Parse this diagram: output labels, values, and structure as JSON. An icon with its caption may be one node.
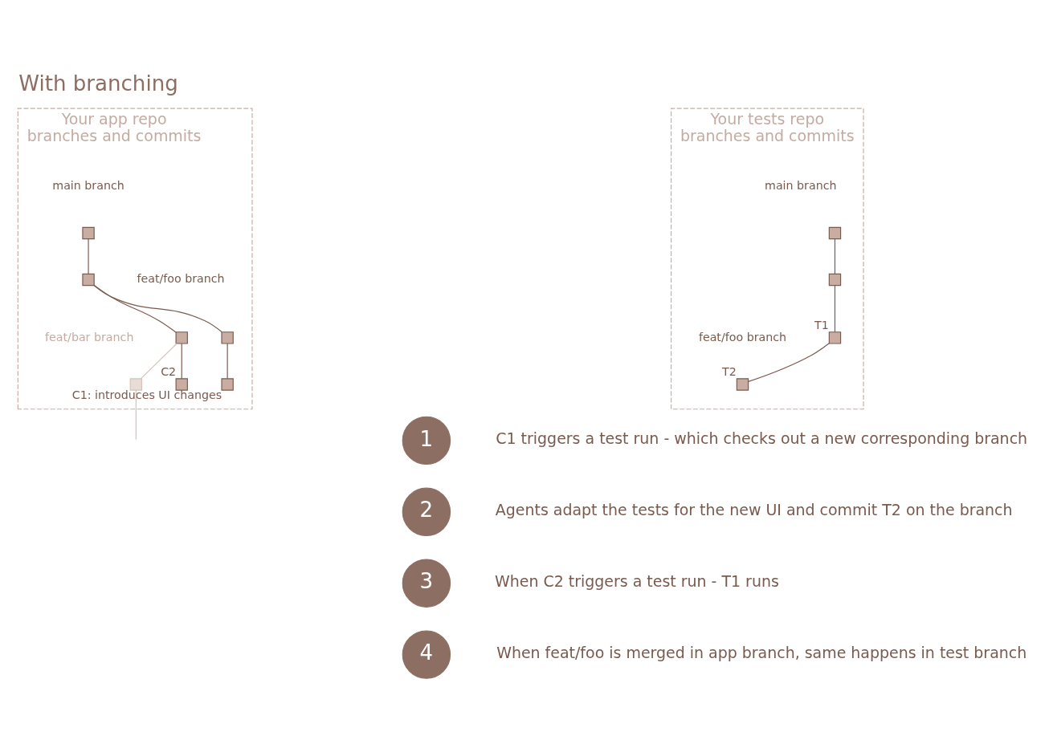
{
  "diagram": {
    "title": "With branching",
    "nodes": [
      {
        "text": [
          "Your app repo",
          "branches and commits"
        ]
      },
      {
        "text": [],
        "shape": "box",
        "in": 0
      },
      {
        "text": [],
        "shape": "box",
        "in": 0
      },
      {
        "text": [],
        "shape": "box",
        "in": 0
      },
      {
        "text": [],
        "shape": "box",
        "in": 0,
        "beside": [
          "C2"
        ]
      },
      {
        "text": [],
        "shape": "box",
        "in": 0
      },
      {
        "text": [],
        "shape": "box",
        "in": 0,
        "beside": [
          "C1: introduces UI changes"
        ]
      },
      {
        "text": [],
        "shape": "box",
        "in": 0
      },
      {
        "text": [
          "Your tests repo",
          "branches and commits"
        ]
      },
      {
        "text": [],
        "shape": "box",
        "in": 8
      },
      {
        "text": [],
        "shape": "box",
        "in": 8
      },
      {
        "text": [],
        "shape": "box",
        "in": 8,
        "beside": [
          "T1"
        ]
      },
      {
        "text": [],
        "shape": "box",
        "in": 8,
        "beside": [
          "T2"
        ]
      },
      {
        "text": [
          "1"
        ],
        "beside": [
          "C1 triggers a test run - which checks out a new corresponding branch"
        ]
      },
      {
        "text": [
          "2"
        ],
        "beside": [
          "Agents adapt the tests for the new UI and commit T2 on the branch"
        ]
      },
      {
        "text": [
          "3"
        ],
        "beside": [
          "When C2 triggers a test run - T1 runs"
        ]
      },
      {
        "text": [
          "4"
        ],
        "beside": [
          "When feat/foo is merged in app branch, same happens in test branch"
        ]
      }
    ],
    "edges": [
      {
        "from": 1,
        "to": 2,
        "arrow": "none"
      },
      {
        "from": 2,
        "to": 3,
        "arrow": "none"
      },
      {
        "from": 3,
        "to": 4,
        "arrow": "none"
      },
      {
        "from": 2,
        "to": 5,
        "arrow": "none"
      },
      {
        "from": 5,
        "to": 6,
        "arrow": "none"
      },
      {
        "from": 3,
        "to": 7,
        "arrow": "none",
        "color": "#d6c2ba"
      },
      {
        "from": 7,
        "to": null,
        "arrow": "none",
        "color": "#d6c2ba"
      },
      {
        "from": 9,
        "to": 10,
        "arrow": "none"
      },
      {
        "from": 10,
        "to": 11,
        "arrow": "none"
      },
      {
        "from": 11,
        "to": 12,
        "arrow": "none"
      }
    ],
    "labels": [
      "main branch",
      "feat/foo branch",
      "feat/bar branch",
      "main branch",
      "feat/foo branch"
    ]
  }
}
